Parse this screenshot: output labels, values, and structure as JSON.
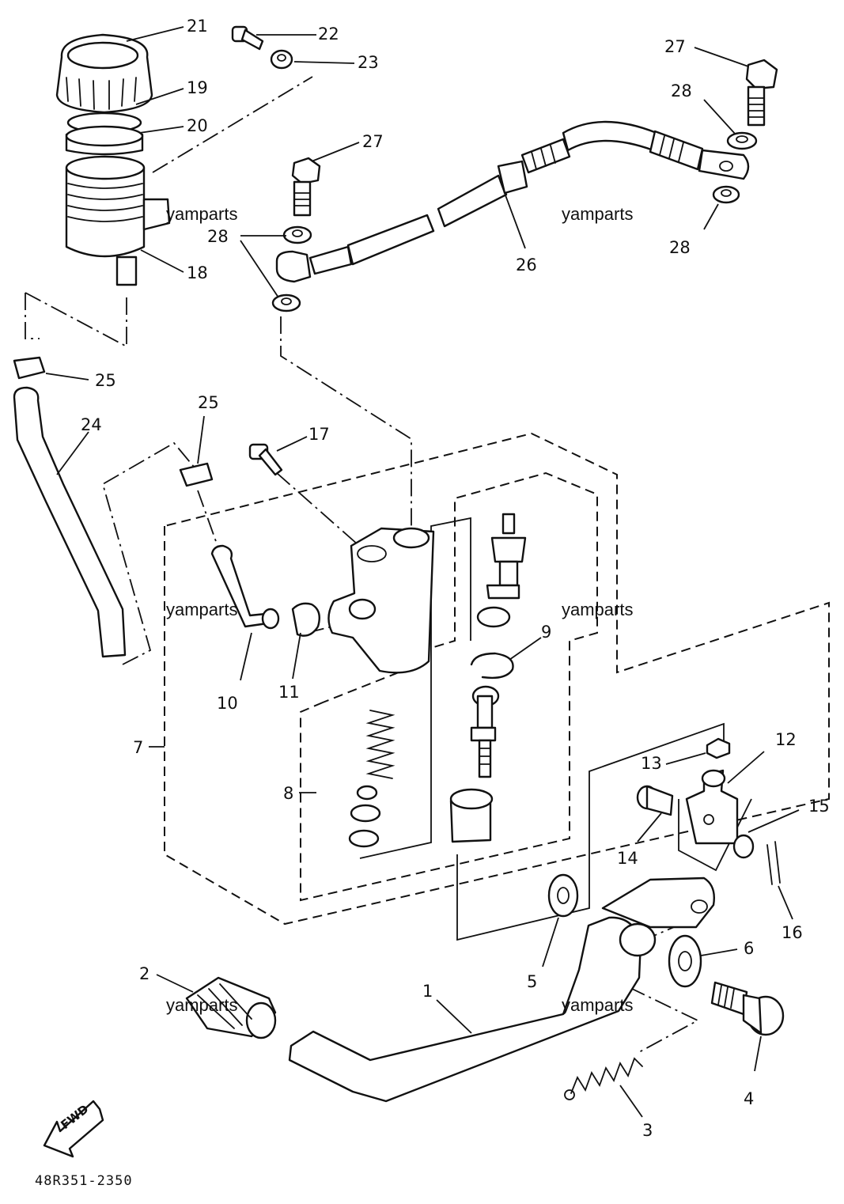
{
  "diagram": {
    "code": "48R351-2350",
    "fwd_label": "FWD",
    "watermark": "yamparts",
    "callouts": {
      "n1": "1",
      "n2": "2",
      "n3": "3",
      "n4": "4",
      "n5": "5",
      "n6": "6",
      "n7": "7",
      "n8": "8",
      "n9": "9",
      "n10": "10",
      "n11": "11",
      "n12": "12",
      "n13": "13",
      "n14": "14",
      "n15": "15",
      "n16": "16",
      "n17": "17",
      "n18": "18",
      "n19": "19",
      "n20": "20",
      "n21": "21",
      "n22": "22",
      "n23": "23",
      "n24": "24",
      "n25a": "25",
      "n25b": "25",
      "n26": "26",
      "n27a": "27",
      "n27b": "27",
      "n28a": "28",
      "n28b": "28",
      "n28c": "28"
    }
  }
}
